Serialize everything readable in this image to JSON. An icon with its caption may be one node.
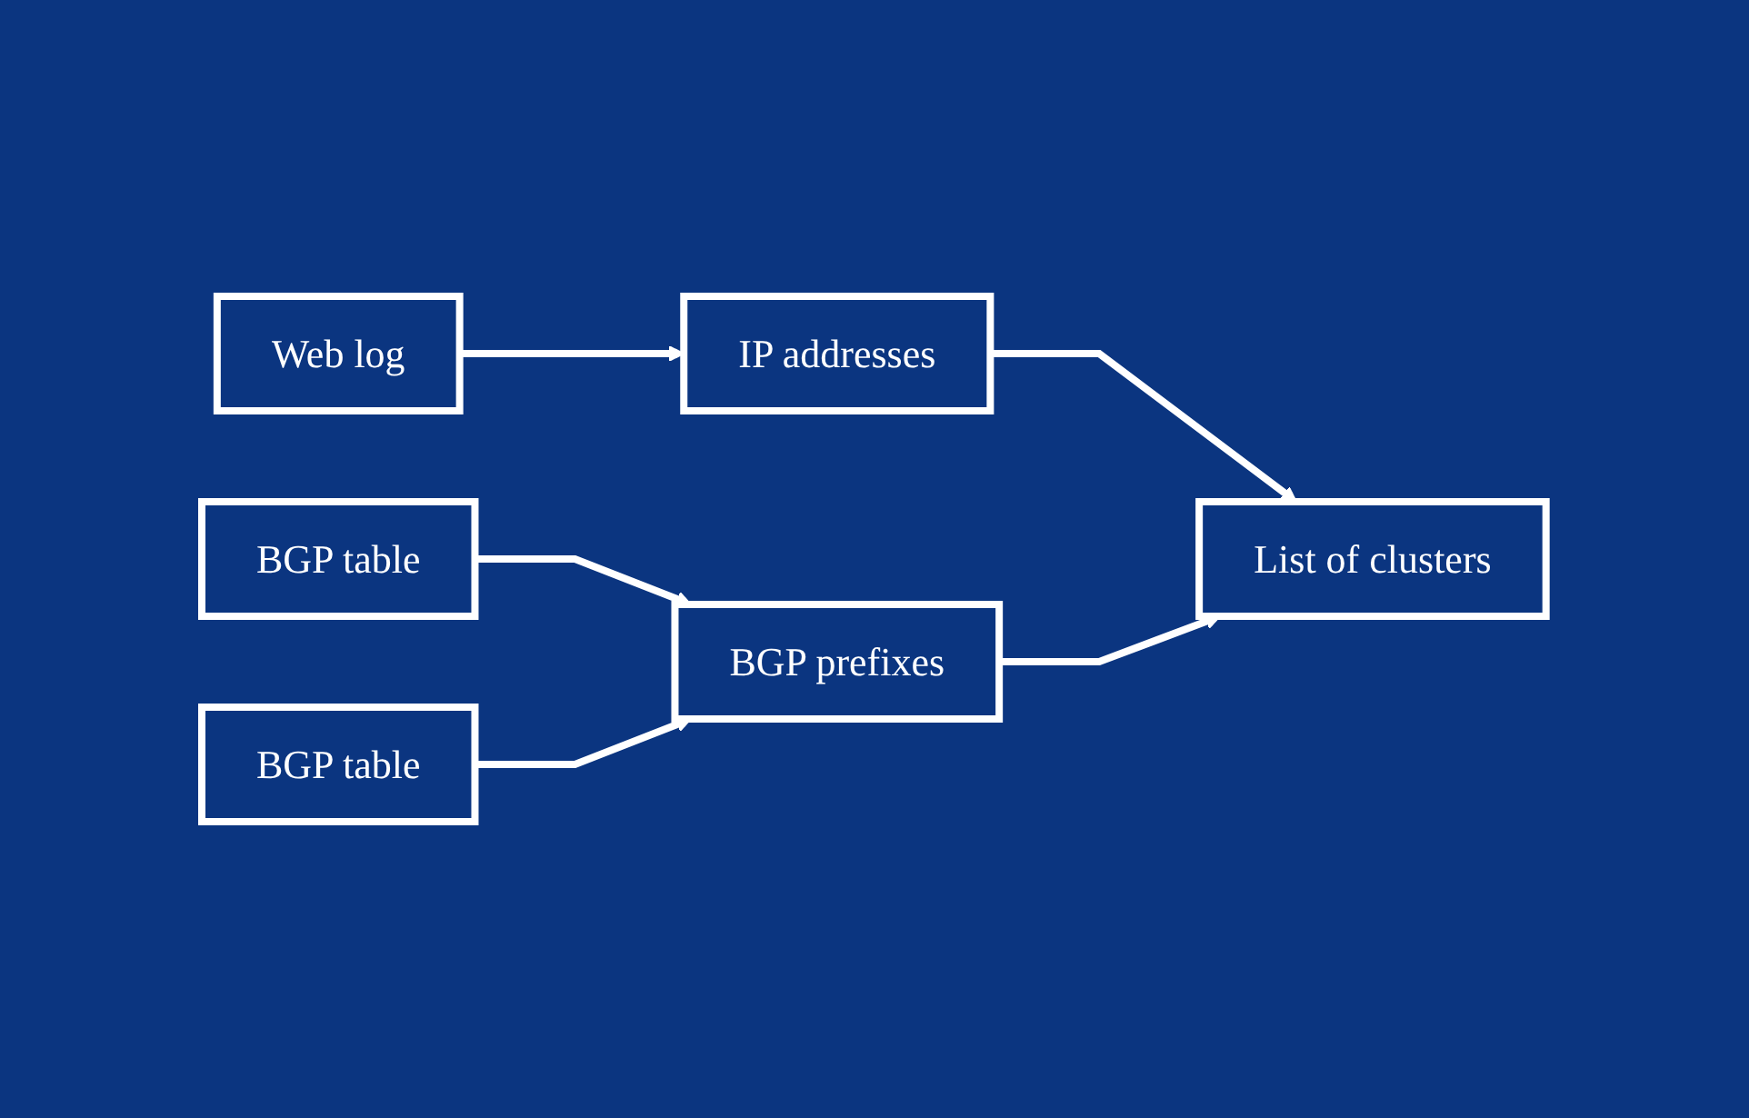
{
  "diagram": {
    "nodes": [
      {
        "text": [
          "Web log"
        ]
      },
      {
        "text": [
          "IP addresses"
        ]
      },
      {
        "text": [
          "List of clusters"
        ]
      },
      {
        "text": [
          "BGP table"
        ]
      },
      {
        "text": [
          "BGP prefixes"
        ]
      },
      {
        "text": [
          "BGP table"
        ]
      }
    ],
    "edges": [
      {
        "from": 0,
        "to": 1,
        "arrow": "to"
      },
      {
        "from": 1,
        "to": 2,
        "arrow": "to"
      },
      {
        "from": 3,
        "to": 4,
        "arrow": "to"
      },
      {
        "from": 5,
        "to": 4,
        "arrow": "to"
      },
      {
        "from": 4,
        "to": 2,
        "arrow": "to"
      }
    ]
  }
}
